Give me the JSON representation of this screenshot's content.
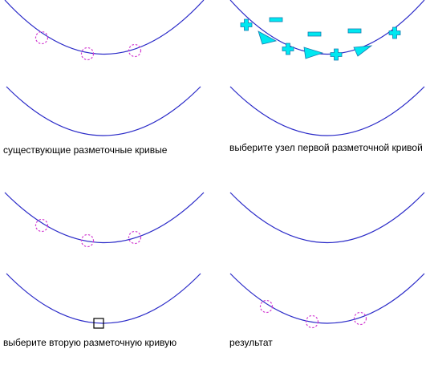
{
  "captions": {
    "existing_curves": "существующие разметочные кривые",
    "select_node_first_curve": "выберите узел первой разметочной кривой",
    "select_second_curve": "выберите вторую разметочную кривую",
    "result": "результат"
  },
  "colors": {
    "curve": "#2a2ac8",
    "node_marker": "#d23cd2",
    "grip_fill": "#00e8f0",
    "grip_stroke": "#1a7ab0",
    "pick_box": "#000000",
    "background": "#ffffff"
  }
}
